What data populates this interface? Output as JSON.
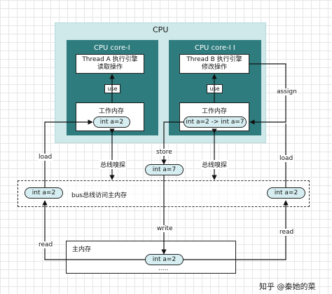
{
  "cpu": {
    "title": "CPU",
    "core_left": {
      "title": "CPU core-I",
      "thread_lines": [
        "Thread A 执行引擎",
        "读取操作"
      ],
      "use_label": "use",
      "memory_title": "工作内存",
      "memory_value": "int a=2"
    },
    "core_right": {
      "title": "CPU core-I I",
      "thread_lines": [
        "Thread B 执行引擎",
        "修改操作"
      ],
      "use_label": "use",
      "memory_title": "工作内存",
      "memory_value": "int a=2 -> int a=7"
    }
  },
  "labels": {
    "assign": "assign",
    "load_left": "load",
    "load_right": "load",
    "store": "store",
    "sniff_left": "总线嗅探",
    "sniff_right": "总线嗅探",
    "write": "write",
    "read_left": "read",
    "read_right": "read"
  },
  "bus": {
    "title": "bus总线访问主内存",
    "value_left": "int a=2",
    "value_right": "int a=2",
    "value_store": "int a=7"
  },
  "main_memory": {
    "title": "主内存",
    "value": "int a=2",
    "ellipsis": "....."
  },
  "watermark": "知乎 @秦她的菜"
}
